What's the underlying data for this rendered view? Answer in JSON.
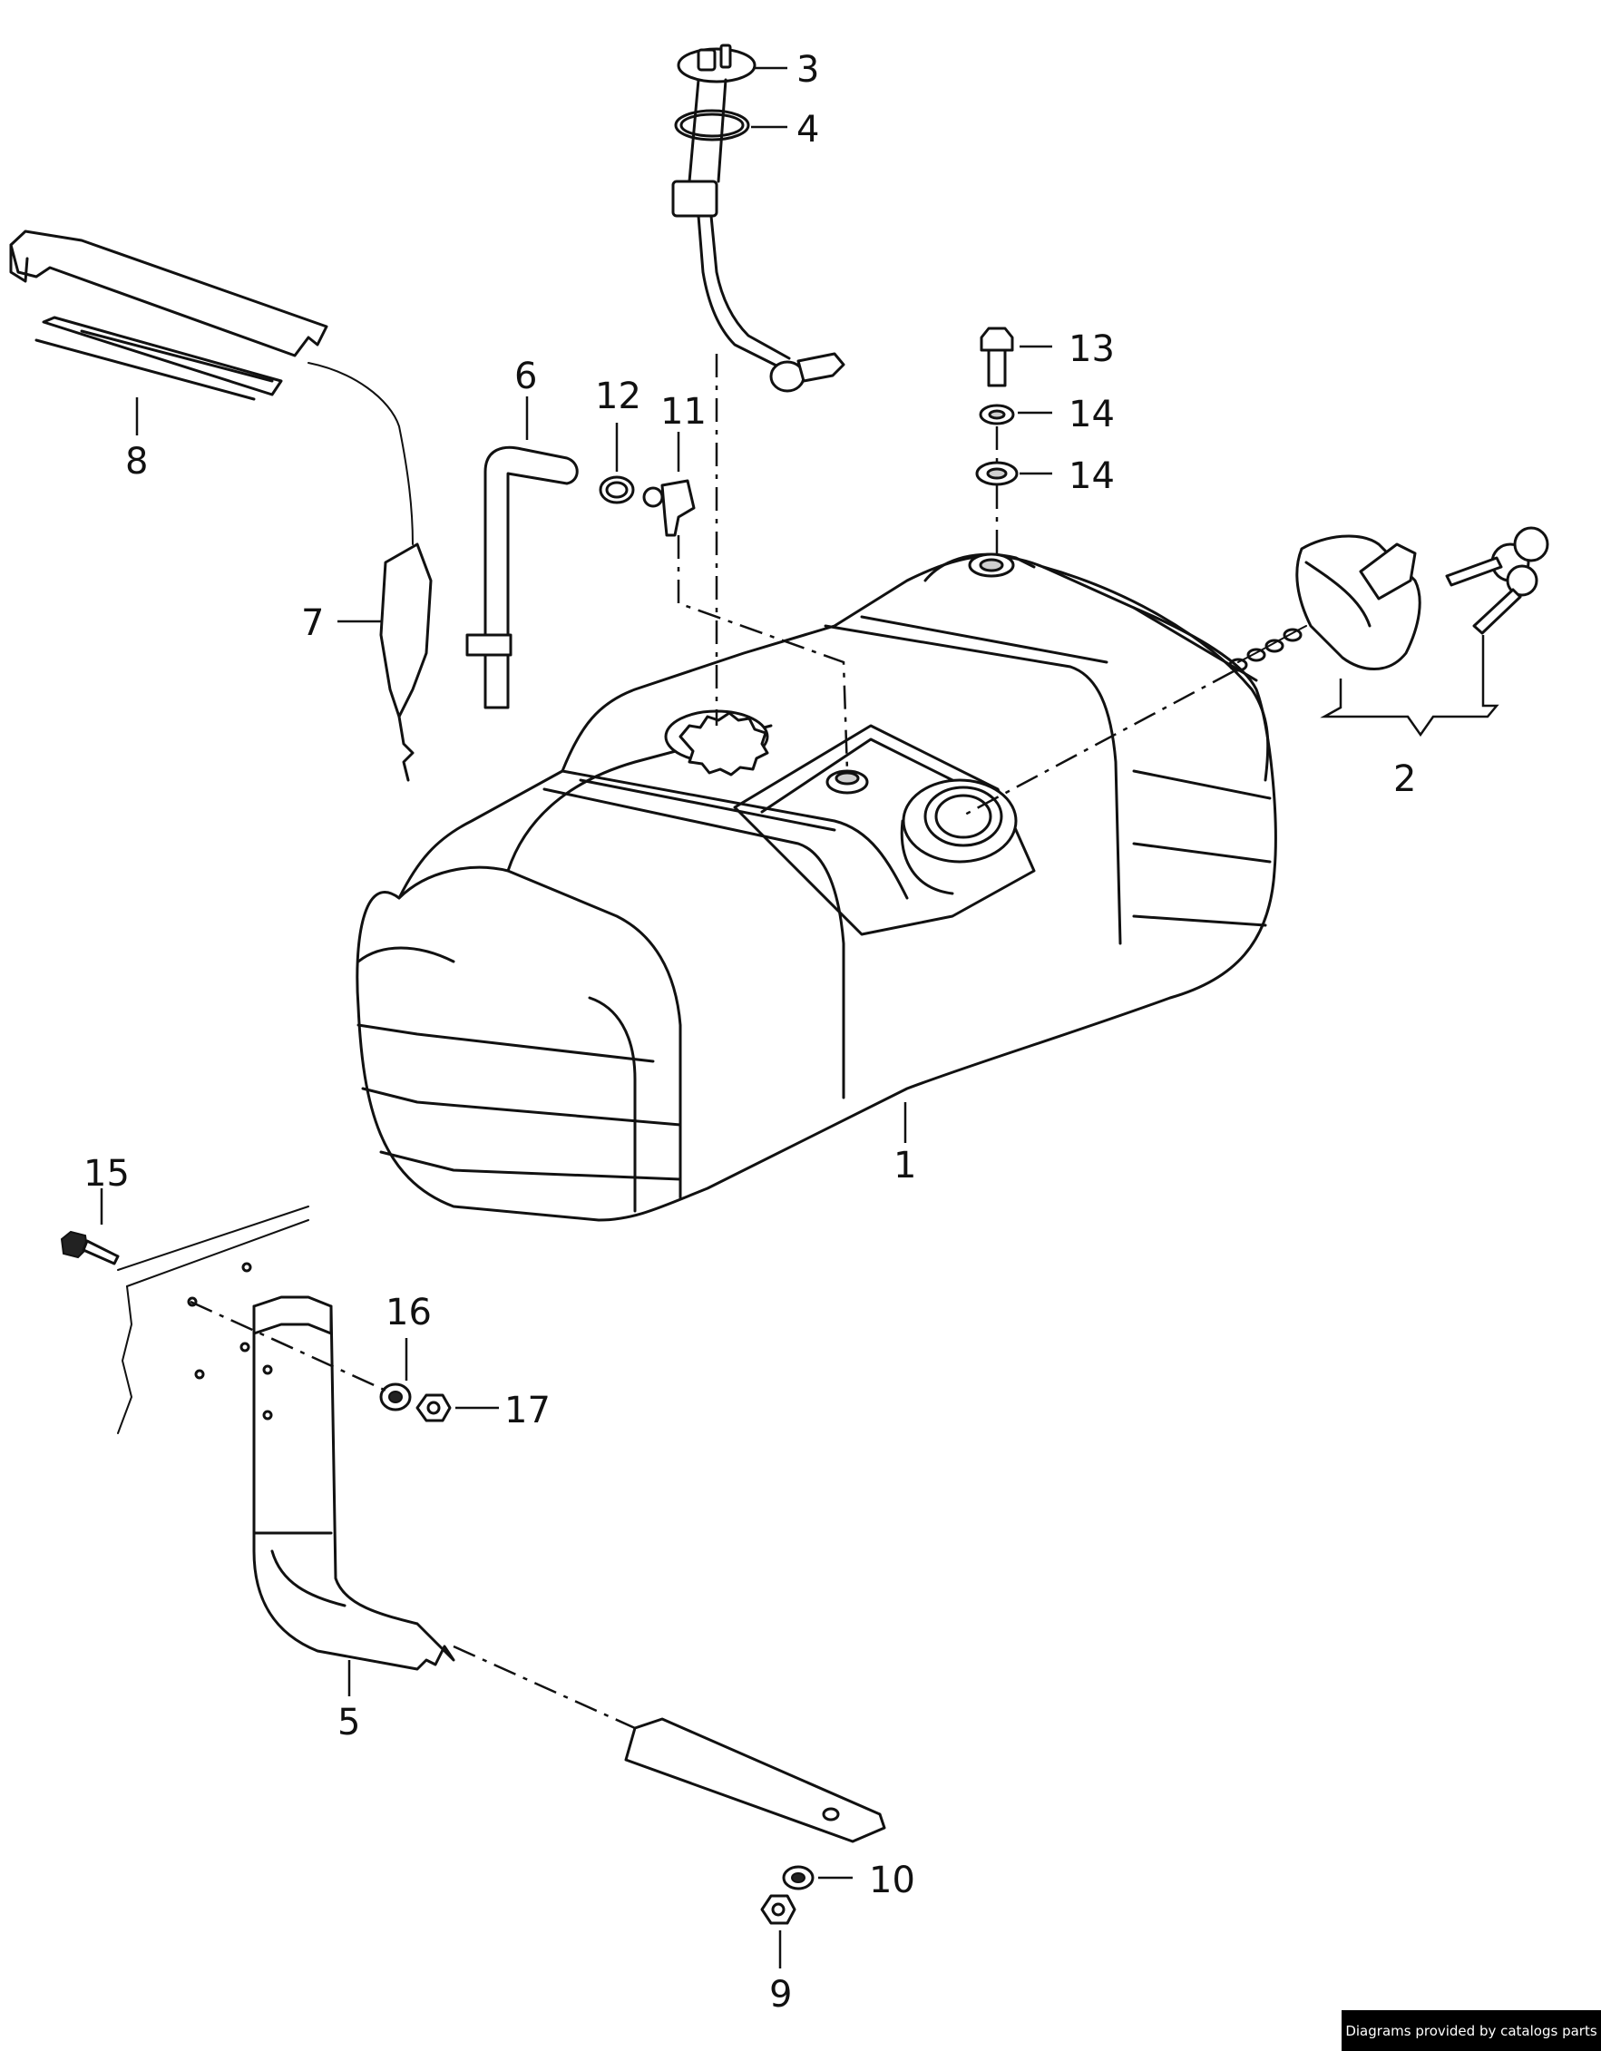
{
  "callouts": [
    {
      "id": "c1",
      "text": "1"
    },
    {
      "id": "c2",
      "text": "2"
    },
    {
      "id": "c3",
      "text": "3"
    },
    {
      "id": "c4",
      "text": "4"
    },
    {
      "id": "c5",
      "text": "5"
    },
    {
      "id": "c6",
      "text": "6"
    },
    {
      "id": "c7",
      "text": "7"
    },
    {
      "id": "c8",
      "text": "8"
    },
    {
      "id": "c9",
      "text": "9"
    },
    {
      "id": "c10",
      "text": "10"
    },
    {
      "id": "c11",
      "text": "11"
    },
    {
      "id": "c12",
      "text": "12"
    },
    {
      "id": "c13",
      "text": "13"
    },
    {
      "id": "c14a",
      "text": "14"
    },
    {
      "id": "c14b",
      "text": "14"
    },
    {
      "id": "c15",
      "text": "15"
    },
    {
      "id": "c16",
      "text": "16"
    },
    {
      "id": "c17",
      "text": "17"
    }
  ],
  "footer": {
    "credit": "Diagrams provided by catalogs parts"
  }
}
